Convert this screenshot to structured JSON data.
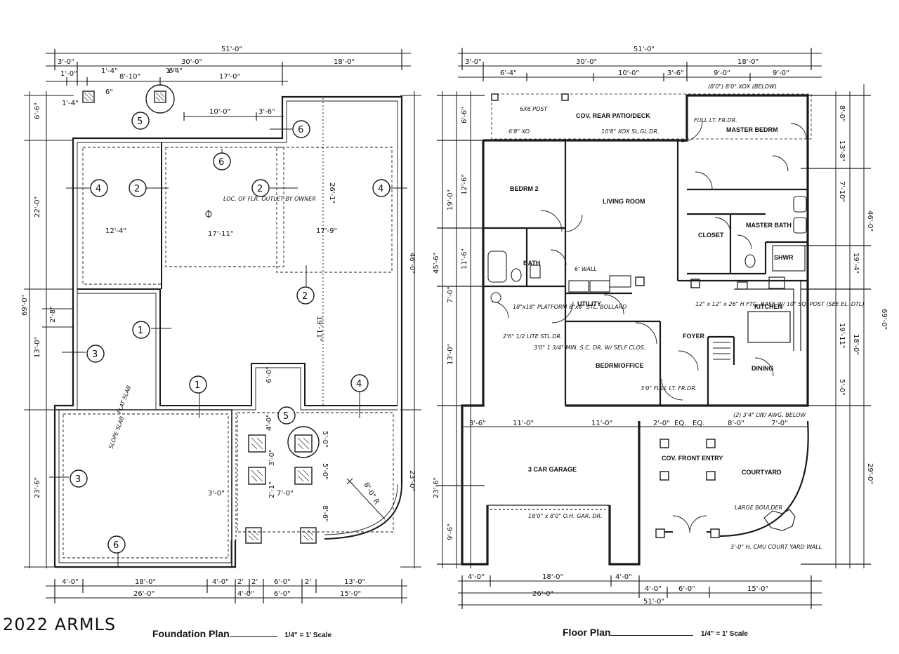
{
  "copyright": "2022 ARMLS",
  "foundation_plan": {
    "title": "Foundation Plan",
    "scale": "1/4\" = 1' Scale",
    "overall_width": "51'-0\"",
    "top_dims": [
      "3'-0\"",
      "30'-0\"",
      "18'-0\""
    ],
    "second_dims": [
      "1'-0\"",
      "1'-4\"",
      "8'-10\"",
      "1'-4\"",
      "17'-0\""
    ],
    "inner_dims": [
      "10'-0\"",
      "3'-6\""
    ],
    "left_dims": [
      "6'-6\"",
      "22'-0\"",
      "69'-0\"",
      "2'-8\"",
      "13'-0\"",
      "23'-6\""
    ],
    "right_dims": [
      "26'-1\"",
      "46'-0\"",
      "19'-11\"",
      "23'-0\""
    ],
    "mid_dims": [
      "12'-4\"",
      "17'-11\"",
      "17'-9\"",
      "6'-0\"",
      "4'-0\"",
      "5'-0\"",
      "3'-0\"",
      "2'-1\"",
      "7'-0\"",
      "3'-0\"",
      "5'-0\"",
      "8'-6\"",
      "8'-0\" R"
    ],
    "bottom_dims_1": [
      "4'-0\"",
      "18'-0\"",
      "4'-0\"",
      "2'",
      "2'",
      "6'-0\"",
      "2'",
      "13'-0\""
    ],
    "bottom_dims_2": [
      "26'-0\"",
      "4'-0\"",
      "6'-0\"",
      "15'-0\""
    ],
    "notes": [
      "LOC. OF FLR. OUTLET BY OWNER",
      "SLOPE SLAB",
      "FLAT SLAB"
    ],
    "dim_1_in": "6\"",
    "dim_1_4": "1'-4\"",
    "section_tags": [
      {
        "id": "t5a",
        "label": "5"
      },
      {
        "id": "t6a",
        "label": "6"
      },
      {
        "id": "t6b",
        "label": "6"
      },
      {
        "id": "t4a",
        "label": "4"
      },
      {
        "id": "t2a",
        "label": "2"
      },
      {
        "id": "t2b",
        "label": "2"
      },
      {
        "id": "t4b",
        "label": "4"
      },
      {
        "id": "t2c",
        "label": "2"
      },
      {
        "id": "t1a",
        "label": "1"
      },
      {
        "id": "t3a",
        "label": "3"
      },
      {
        "id": "t1b",
        "label": "1"
      },
      {
        "id": "t4c",
        "label": "4"
      },
      {
        "id": "t5b",
        "label": "5"
      },
      {
        "id": "t3b",
        "label": "3"
      },
      {
        "id": "t6c",
        "label": "6"
      }
    ]
  },
  "floor_plan": {
    "title": "Floor Plan",
    "scale": "1/4\" = 1' Scale",
    "overall_width": "51'-0\"",
    "top_dims": [
      "3'-0\"",
      "30'-0\"",
      "18'-0\""
    ],
    "second_dims": [
      "6'-4\"",
      "10'-0\"",
      "3'-6\"",
      "9'-0\"",
      "9'-0\""
    ],
    "rooms": {
      "patio": "COV. REAR PATIO/DECK",
      "master_bedrm": "MASTER BEDRM",
      "bedrm2": "BEDRM 2",
      "living": "LIVING ROOM",
      "closet": "CLOSET",
      "master_bath": "MASTER BATH",
      "shwr": "SHWR",
      "bath": "BATH",
      "utility": "UTILITY",
      "kitchen": "KITCHEN",
      "foyer": "FOYER",
      "bedrm_office": "BEDRM/OFFICE",
      "dining": "DINING",
      "garage": "3 CAR GARAGE",
      "front_entry": "COV. FRONT ENTRY",
      "courtyard": "COURTYARD"
    },
    "notes": [
      "6X6 POST",
      "6'8\" XO",
      "10'8\" XOX SL.GL.DR.",
      "(8'0\") 8'0\" XOX (BELOW)",
      "FULL LT. FR.DR.",
      "6' WALL",
      "18\"x18\" PLATFORM 8\"x8\" STL. BOLLARD",
      "2'6\" 1/2 LITE STL.DR.",
      "3'0\" 1 3/4\" MIN. S.C. DR. W/ SELF CLOS.",
      "3'0\" FULL LT. FR.DR.",
      "18'0\" x 8'0\" O.H. GAR. DR.",
      "LARGE BOULDER",
      "3'-0\" H. CMU COURT YARD WALL",
      "(2) 3'4\" LW/ AWG. BELOW",
      "12\" x 12\" x 26\" H FTG. BASE W/ 10\" SQ. POST (SEE EL. DTL)"
    ],
    "left_dims": [
      "6'-6\"",
      "12'-6\"",
      "19'-0\"",
      "45'-6\"",
      "11'-6\"",
      "7'-0\"",
      "13'-0\"",
      "23'-6\"",
      "9'-6\""
    ],
    "right_dims": [
      "8'-0\"",
      "13'-8\"",
      "7'-10\"",
      "19'-4\"",
      "46'-0\"",
      "69'-0\"",
      "19'-11\"",
      "18'-0\"",
      "5'-0\"",
      "29'-0\""
    ],
    "bottom_dims_1": [
      "4'-0\"",
      "18'-0\"",
      "4'-0\"",
      "4'-0\"",
      "6'-0\"",
      "15'-0\""
    ],
    "bottom_dims_2": [
      "26'-0\"",
      "51'-0\""
    ],
    "mid_dims": [
      "3'-6\"",
      "11'-0\"",
      "11'-0\"",
      "2'-0\"",
      "EQ.",
      "EQ.",
      "8'-0\"",
      "7'-0\""
    ]
  }
}
